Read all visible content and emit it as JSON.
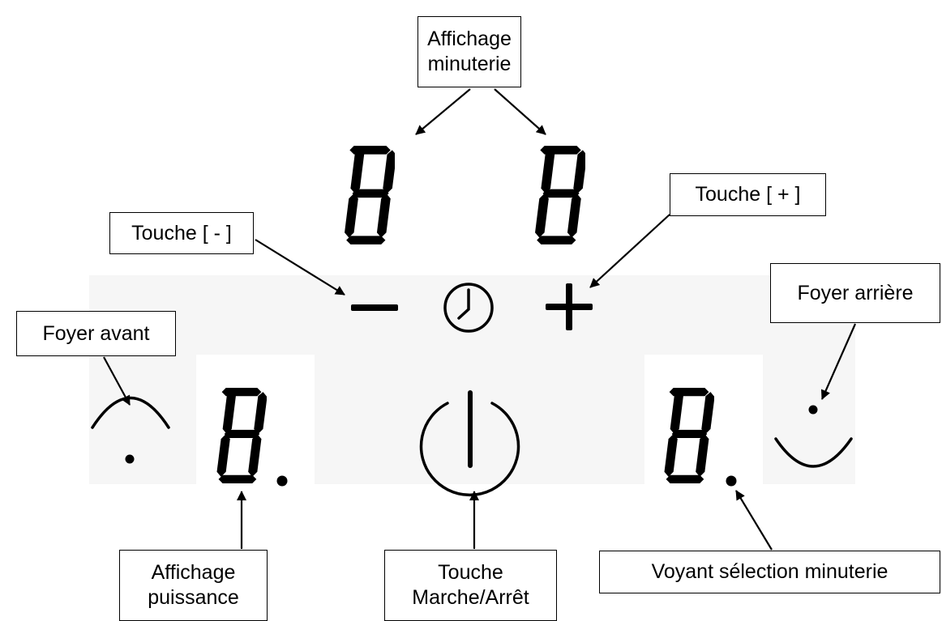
{
  "labels": {
    "affichage_minuterie": "Affichage\nminuterie",
    "touche_moins": "Touche [ - ]",
    "touche_plus": "Touche [ + ]",
    "foyer_avant": "Foyer avant",
    "foyer_arriere": "Foyer arrière",
    "affichage_puissance": "Affichage\npuissance",
    "touche_marche_arret": "Touche\nMarche/Arrêt",
    "voyant_selection_minuterie": "Voyant sélection minuterie"
  },
  "colors": {
    "ink": "#000000",
    "panel": "#f6f6f6",
    "background": "#ffffff"
  },
  "icons": [
    "minus-icon",
    "clock-icon",
    "plus-icon",
    "power-icon",
    "front-zone-icon",
    "rear-zone-icon",
    "seven-segment-digit"
  ]
}
